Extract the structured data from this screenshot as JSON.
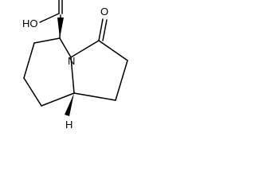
{
  "molecule": {
    "atoms": [
      {
        "id": "carboxyl_oh",
        "label": "HO"
      },
      {
        "id": "ketone_o",
        "label": "O"
      },
      {
        "id": "ring_n",
        "label": "N"
      },
      {
        "id": "bridgehead_h",
        "label": "H"
      }
    ]
  },
  "colors": {
    "bond": "#000000",
    "text": "#000000",
    "background": "#ffffff"
  }
}
